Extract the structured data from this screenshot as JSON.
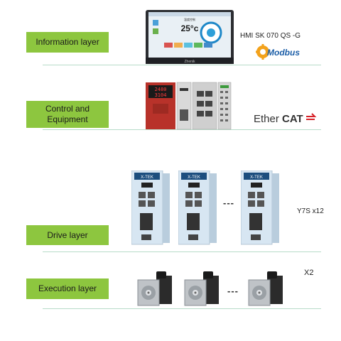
{
  "layers": [
    {
      "label": "Information layer"
    },
    {
      "label": "Control and Equipment"
    },
    {
      "label": "Drive layer"
    },
    {
      "label": "Execution layer"
    }
  ],
  "hmi": {
    "model": "HMI SK 070 QS -G",
    "protocol_logo": "Modbus",
    "screen_title": "溫度控制",
    "screen_temp": "25°c",
    "brand": "Zhenik"
  },
  "controller": {
    "protocol_logo_main": "Ether",
    "protocol_logo_bold": "CAT",
    "display_row1": "2480",
    "display_row2": "3104"
  },
  "drive": {
    "model_count": "Y7S x12",
    "ellipsis": "---",
    "unit_label": "X-TEK"
  },
  "execution": {
    "count": "X2",
    "ellipsis": "---"
  },
  "colors": {
    "label_bg": "#8dc63f",
    "separator": "#b7dcc9",
    "modbus_yellow": "#f3a21b",
    "modbus_blue": "#1d5fa8",
    "ethercat_red": "#d62027"
  }
}
